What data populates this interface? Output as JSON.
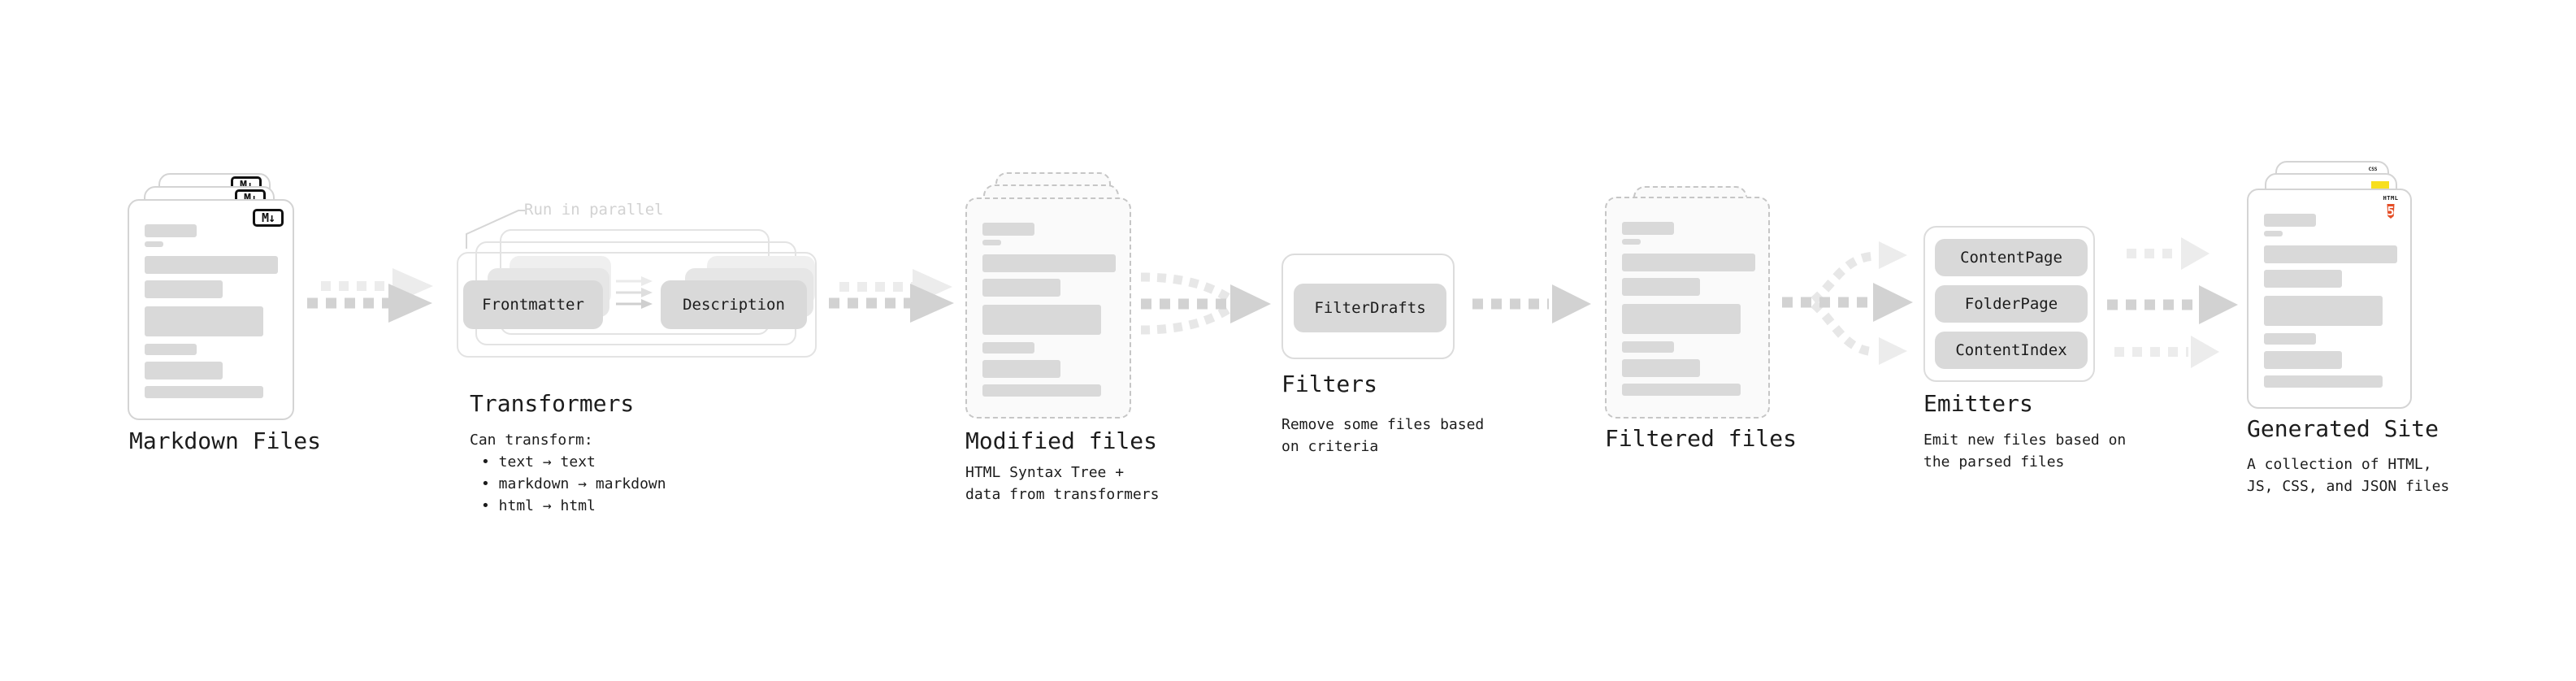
{
  "colors": {
    "text": "#1c1c1c",
    "annotation": "#d2d2d2",
    "card_bg": "#ffffff",
    "card_border": "#d4d4d4",
    "dashed_bg": "#fafafa",
    "dashed_border": "#c6c6c6",
    "panel_border": "#dcdcdc",
    "outline_border": "#e3e3e3",
    "skeleton": "#d9d9d9",
    "pill_bg": "#d9d9d9",
    "pill_ghost1": "#e6e6e6",
    "pill_ghost2": "#efefef",
    "arrow_main": "#d2d2d2",
    "arrow_ghost": "#ececec",
    "arrow_branch": "#e7e7e7",
    "icon_border": "#111111",
    "html5_orange": "#e44d26",
    "js_yellow": "#f7df1e",
    "css_blue": "#2965f1"
  },
  "stages": {
    "markdown_files": {
      "label": "Markdown Files",
      "icon_text": "M↓"
    },
    "transformers": {
      "label": "Transformers",
      "annotation": "Run in parallel",
      "pills": [
        "Frontmatter",
        "Description"
      ],
      "desc_title": "Can transform:",
      "bullets": [
        "• text → text",
        "• markdown → markdown",
        "• html → html"
      ]
    },
    "modified_files": {
      "label": "Modified files",
      "desc_lines": [
        "HTML Syntax Tree +",
        "data from transformers"
      ]
    },
    "filters": {
      "label": "Filters",
      "pills": [
        "FilterDrafts"
      ],
      "desc_lines": [
        "Remove some files based",
        "on criteria"
      ]
    },
    "filtered_files": {
      "label": "Filtered files"
    },
    "emitters": {
      "label": "Emitters",
      "pills": [
        "ContentPage",
        "FolderPage",
        "ContentIndex"
      ],
      "desc_lines": [
        "Emit new files based on",
        "the parsed files"
      ]
    },
    "generated_site": {
      "label": "Generated Site",
      "desc_lines": [
        "A collection of HTML,",
        "JS, CSS, and JSON files"
      ],
      "html5_icon_label": "HTML",
      "html5_icon_number": "5",
      "css_icon_label": "CSS"
    }
  }
}
